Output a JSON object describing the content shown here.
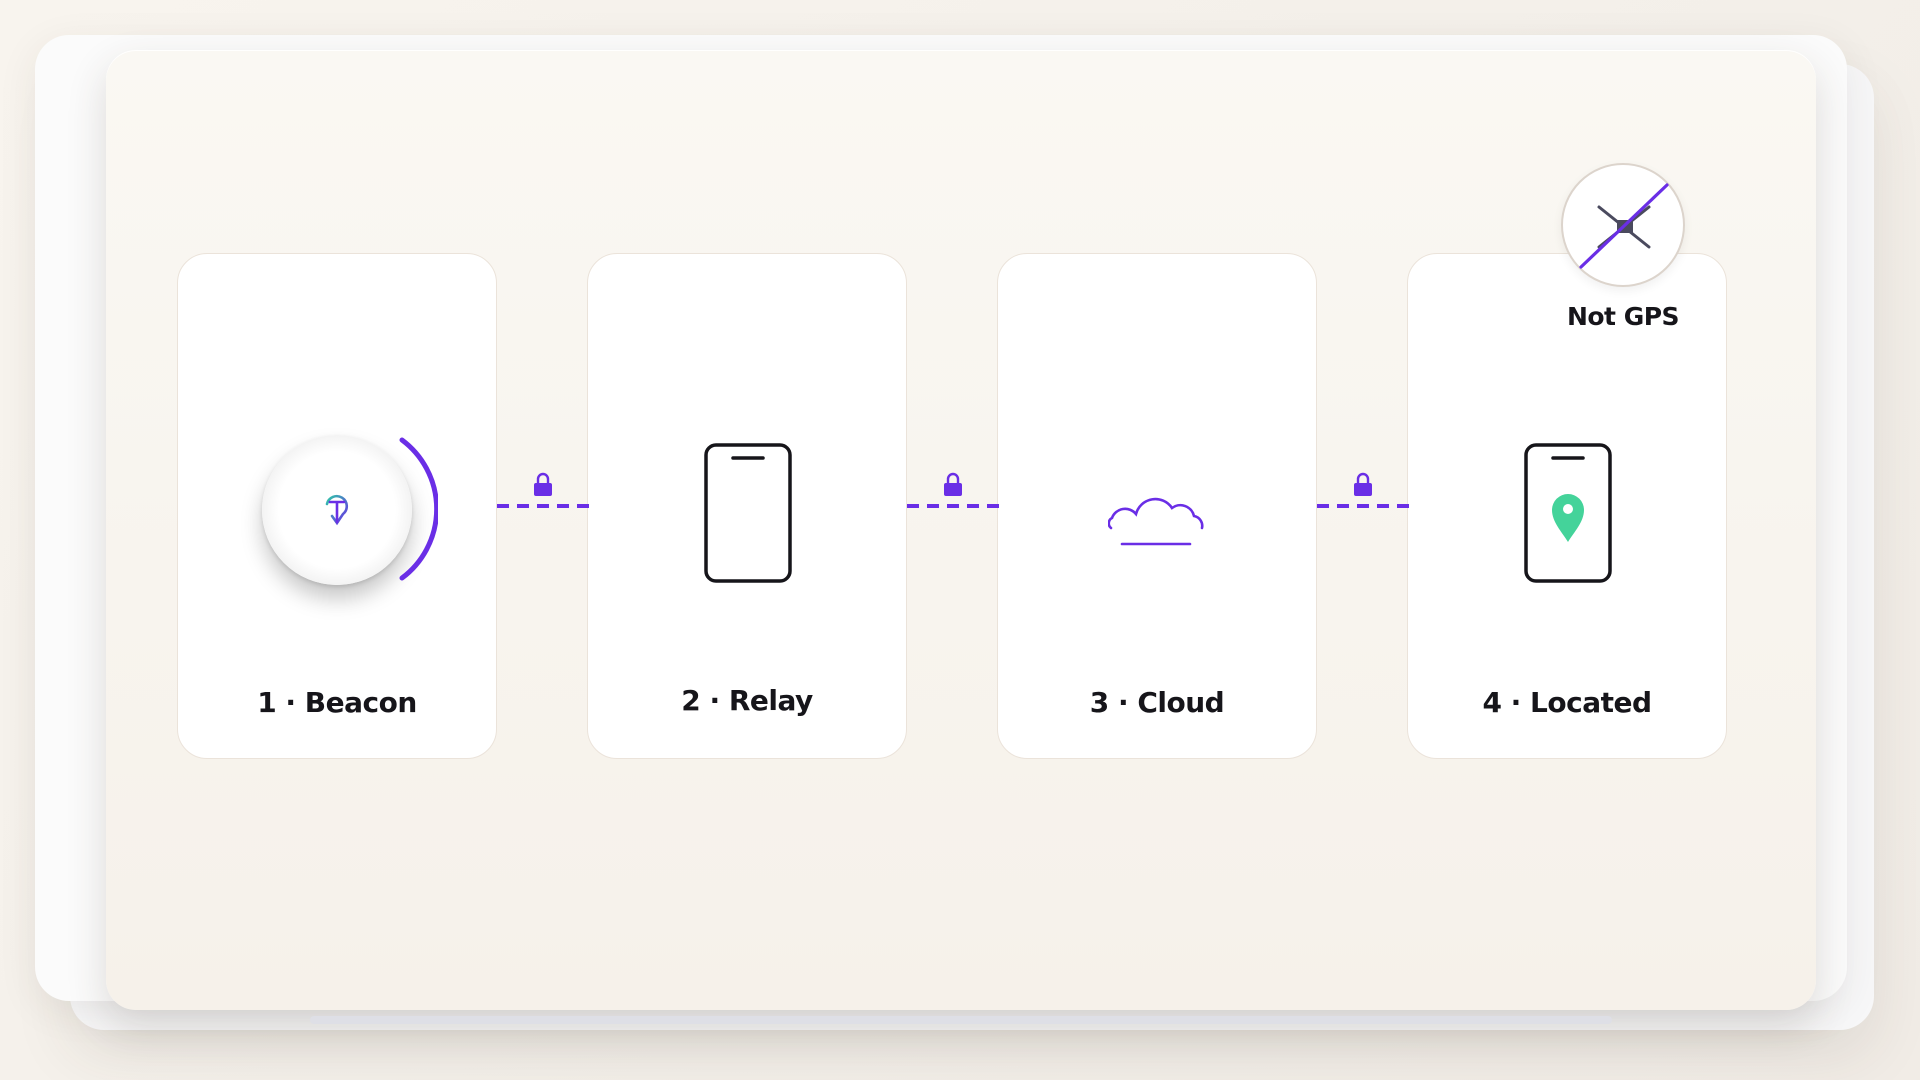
{
  "steps": [
    {
      "label": "1 · Beacon",
      "icon": "beacon-icon"
    },
    {
      "label": "2 · Relay",
      "icon": "phone-icon"
    },
    {
      "label": "3 · Cloud",
      "icon": "cloud-icon"
    },
    {
      "label": "4 · Located",
      "icon": "phone-location-icon"
    }
  ],
  "connectors": [
    {
      "icon": "lock-icon",
      "style": "dashed"
    },
    {
      "icon": "lock-icon",
      "style": "dashed"
    },
    {
      "icon": "lock-icon",
      "style": "dashed"
    }
  ],
  "badge": {
    "label": "Not GPS",
    "icon": "satellite-crossed-icon"
  },
  "colors": {
    "accent": "#6a2ee6",
    "pin": "#44d39a",
    "text": "#16151a",
    "card": "#ffffff",
    "background": "#f6f1ea"
  }
}
